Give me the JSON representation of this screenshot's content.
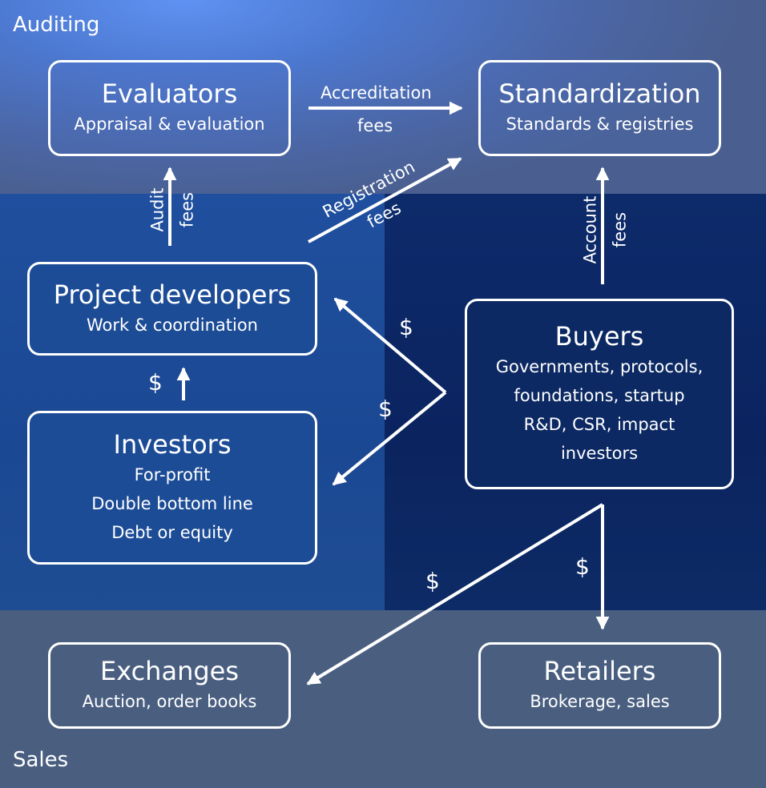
{
  "regions": {
    "auditing": "Auditing",
    "sales": "Sales"
  },
  "nodes": {
    "evaluators": {
      "title": "Evaluators",
      "lines": [
        "Appraisal & evaluation"
      ]
    },
    "standardization": {
      "title": "Standardization",
      "lines": [
        "Standards & registries"
      ]
    },
    "project_developers": {
      "title": "Project developers",
      "lines": [
        "Work & coordination"
      ]
    },
    "investors": {
      "title": "Investors",
      "lines": [
        "For-profit",
        "Double bottom line",
        "Debt or equity"
      ]
    },
    "buyers": {
      "title": "Buyers",
      "lines": [
        "Governments, protocols,",
        "foundations, startup",
        "R&D, CSR, impact",
        "investors"
      ]
    },
    "exchanges": {
      "title": "Exchanges",
      "lines": [
        "Auction, order books"
      ]
    },
    "retailers": {
      "title": "Retailers",
      "lines": [
        "Brokerage, sales"
      ]
    }
  },
  "edges": {
    "accreditation": {
      "line1": "Accreditation",
      "line2": "fees"
    },
    "audit": {
      "line1": "Audit",
      "line2": "fees"
    },
    "registration": {
      "line1": "Registration",
      "line2": "fees"
    },
    "account": {
      "line1": "Account",
      "line2": "fees"
    },
    "investors_to_developers": "$",
    "buyers_to_developers": "$",
    "buyers_to_investors": "$",
    "buyers_to_exchanges": "$",
    "buyers_to_retailers": "$"
  },
  "colors": {
    "stroke": "#ffffff",
    "buyers_fill": "#0c2963",
    "sales_band": "#4a5f80"
  }
}
